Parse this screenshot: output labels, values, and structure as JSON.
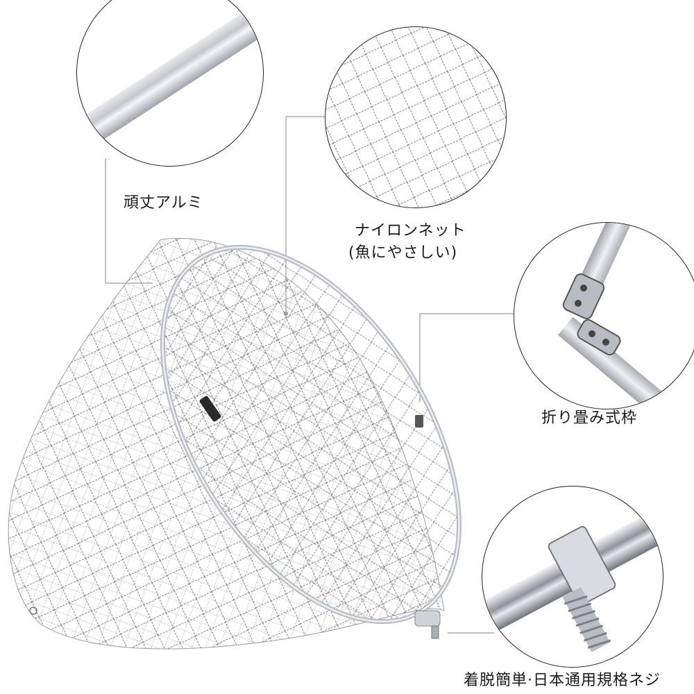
{
  "callouts": {
    "aluminum": {
      "label": "頑丈アルミ"
    },
    "net": {
      "label_line1": "ナイロンネット",
      "label_line2": "(魚にやさしい)"
    },
    "folding": {
      "label": "折り畳み式枠"
    },
    "screw": {
      "label": "着脱簡単·日本通用規格ネジ"
    }
  },
  "colors": {
    "text": "#1a1a1a",
    "leader_line": "#9a9a9a",
    "circle_border": "#222222",
    "aluminum": "#c8ccd2",
    "net": "#8a8a8a"
  },
  "icons": {
    "aluminum_detail": "aluminum-rod-icon",
    "net_detail": "nylon-net-icon",
    "hinge_detail": "folding-hinge-icon",
    "screw_detail": "threaded-screw-icon",
    "product": "landing-net-icon"
  }
}
